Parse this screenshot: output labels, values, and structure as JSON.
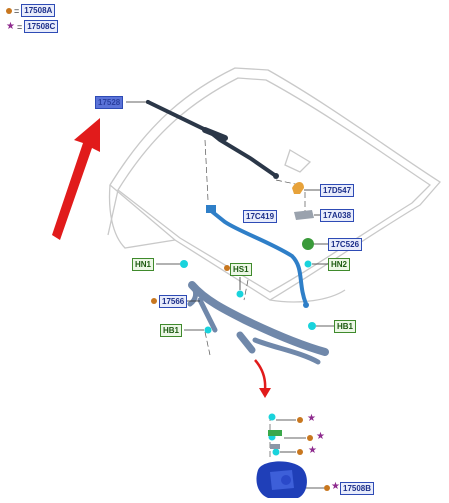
{
  "legend": [
    {
      "symbol": "dot",
      "eq": "=",
      "code": "17508A"
    },
    {
      "symbol": "star",
      "eq": "=",
      "code": "17508C"
    }
  ],
  "labels": {
    "wiper_arm": "17528",
    "nozzle": "17D547",
    "clip": "17A038",
    "hose": "17C419",
    "grommet": "17C526",
    "hn1": "HN1",
    "hn2": "HN2",
    "hs1": "HS1",
    "linkage": "17566",
    "hb1_left": "HB1",
    "hb1_right": "HB1",
    "motor": "17508B"
  },
  "symbols": {
    "dot_glyph": "●",
    "star_glyph": "★"
  },
  "colors": {
    "part_blue": "#2f7fc8",
    "fastener_cyan": "#19d3dc",
    "dot_orange": "#c8771f",
    "star_purple": "#8e2b8e",
    "arrow_red": "#e11b1b"
  }
}
